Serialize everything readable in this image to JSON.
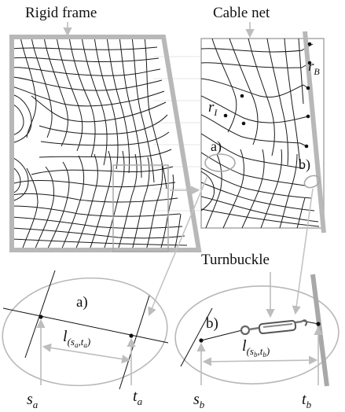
{
  "figure": {
    "labels": {
      "rigid_frame": "Rigid frame",
      "cable_net": "Cable net",
      "turnbuckle": "Turnbuckle",
      "detail_a": "a)",
      "detail_b": "b)",
      "r_b": "r",
      "r_b_sub": "B",
      "r_i": "r",
      "r_i_sub": "I",
      "l_a": "l",
      "l_a_sub": "(s",
      "l_a_sub2": "a",
      "l_a_sub3": ",t",
      "l_a_sub4": "a",
      "l_a_sub5": ")",
      "l_b": "l",
      "l_b_sub": "(s",
      "l_b_sub2": "b",
      "l_b_sub3": ",t",
      "l_b_sub4": "b",
      "l_b_sub5": ")",
      "s_a": "s",
      "s_a_sub": "a",
      "t_a": "t",
      "t_a_sub": "a",
      "s_b": "s",
      "s_b_sub": "b",
      "t_b": "t",
      "t_b_sub": "b"
    },
    "colors": {
      "frame": "#b8b8b8",
      "net": "#1a1a1a",
      "arrow": "#bdbdbd",
      "box": "#a8a8a8",
      "node": "#111111"
    }
  }
}
